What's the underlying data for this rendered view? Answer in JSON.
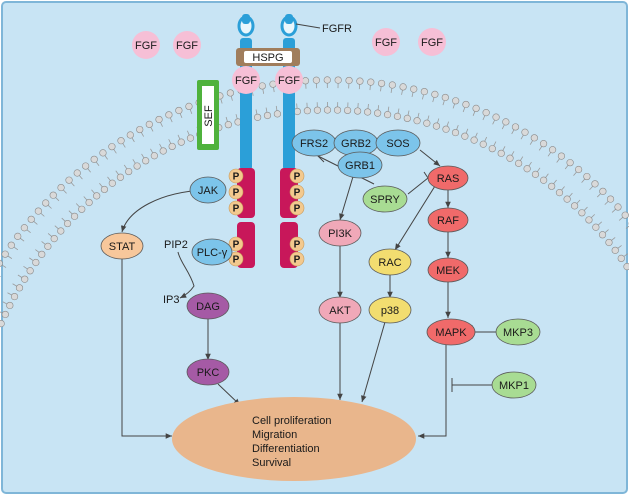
{
  "colors": {
    "background": "#c8e4f4",
    "border": "#7fb6d8",
    "receptor": "#2b9fd8",
    "receptor_intracellular": "#c8175a",
    "phosphate": "#f3c98e",
    "fgf": "#f6bfd6",
    "hspg": "#a07d5c",
    "sef": "#4fb23c",
    "blue_node": "#7cc4ea",
    "red_node": "#f06a6a",
    "green_node": "#a8dc93",
    "peach_node": "#f7c79b",
    "purple_node": "#a55aa5",
    "pink_node": "#f0a8b8",
    "yellow_node": "#f2dd70",
    "outcome": "#e9b68c"
  },
  "labels": {
    "fgfr": "FGFR",
    "hspg": "HSPG",
    "sef": "SEF",
    "pip2": "PIP2",
    "ip3": "IP3",
    "fgf": "FGF",
    "p": "P"
  },
  "nodes": {
    "frs2": "FRS2",
    "grb2": "GRB2",
    "sos": "SOS",
    "grb1": "GRB1",
    "jak": "JAK",
    "spry": "SPRY",
    "ras": "RAS",
    "raf": "RAF",
    "mek": "MEK",
    "mapk": "MAPK",
    "mkp3": "MKP3",
    "mkp1": "MKP1",
    "stat": "STAT",
    "plc": "PLC-γ",
    "dag": "DAG",
    "pkc": "PKC",
    "pi3k": "PI3K",
    "akt": "AKT",
    "rac": "RAC",
    "p38": "p38"
  },
  "outcomes": [
    "Cell proliferation",
    "Migration",
    "Differentiation",
    "Survival"
  ]
}
